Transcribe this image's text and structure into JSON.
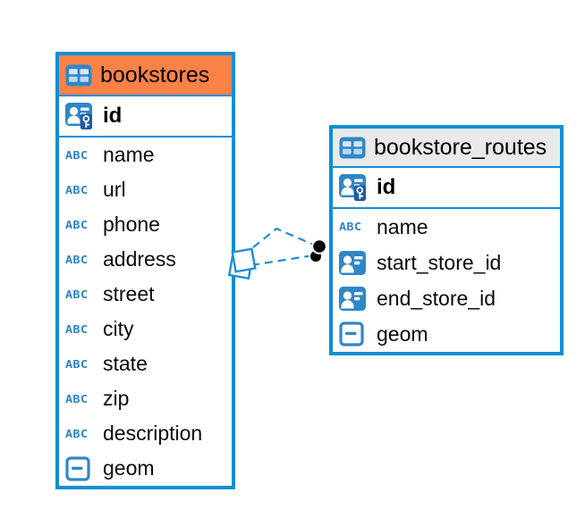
{
  "icons": {
    "abc_glyph": "ABC"
  },
  "colors": {
    "canvas_bg": "#ffffff",
    "table_border": "#0f8ed5",
    "bookstores_header_bg": "#fa8247",
    "bookstore_routes_header_bg": "#e9e9e9",
    "icon_blue": "#2f87c8",
    "relationship_blue": "#1e8ed6",
    "text": "#000000"
  },
  "tables": [
    {
      "name": "bookstores",
      "primary_key": {
        "name": "id",
        "icon": "person-key-icon"
      },
      "columns": [
        {
          "name": "name",
          "icon": "abc-text-icon"
        },
        {
          "name": "url",
          "icon": "abc-text-icon"
        },
        {
          "name": "phone",
          "icon": "abc-text-icon"
        },
        {
          "name": "address",
          "icon": "abc-text-icon"
        },
        {
          "name": "street",
          "icon": "abc-text-icon"
        },
        {
          "name": "city",
          "icon": "abc-text-icon"
        },
        {
          "name": "state",
          "icon": "abc-text-icon"
        },
        {
          "name": "zip",
          "icon": "abc-text-icon"
        },
        {
          "name": "description",
          "icon": "abc-text-icon"
        },
        {
          "name": "geom",
          "icon": "geometry-icon"
        }
      ]
    },
    {
      "name": "bookstore_routes",
      "primary_key": {
        "name": "id",
        "icon": "person-key-icon"
      },
      "columns": [
        {
          "name": "name",
          "icon": "abc-text-icon"
        },
        {
          "name": "start_store_id",
          "icon": "person-reference-icon"
        },
        {
          "name": "end_store_id",
          "icon": "person-reference-icon"
        },
        {
          "name": "geom",
          "icon": "geometry-icon"
        }
      ]
    }
  ],
  "relationships": [
    {
      "between": [
        "bookstores",
        "bookstore_routes"
      ],
      "style": "dashed"
    },
    {
      "between": [
        "bookstores",
        "bookstore_routes"
      ],
      "style": "dashed"
    }
  ]
}
